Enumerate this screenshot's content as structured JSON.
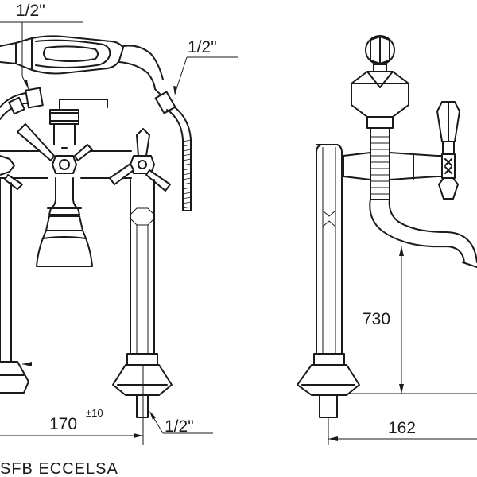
{
  "dimensions": {
    "thread_hand_shower": "1/2\"",
    "thread_hose": "1/2\"",
    "thread_inlet": "1/2\"",
    "center_distance": "170",
    "center_distance_tolerance": "±10",
    "height": "730",
    "spout_reach": "162"
  },
  "caption": "SFB  ECCELSA"
}
